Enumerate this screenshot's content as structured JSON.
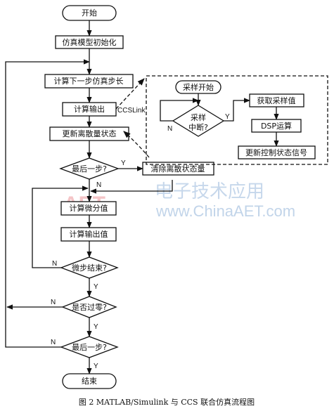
{
  "flow": {
    "start": "开始",
    "init": "仿真模型初始化",
    "next_step": "计算下一步仿真步长",
    "calc_output": "计算输出",
    "update_discrete": "更新离散量状态",
    "last_step_q1": "最后一步?",
    "clear_discrete": "清除离散状态量",
    "calc_diff": "计算微分值",
    "calc_output_val": "计算输出值",
    "microstep_end_q": "微步结束?",
    "zero_cross_q": "是否过零?",
    "last_step_q2": "最后一步?",
    "end": "结束"
  },
  "dsp": {
    "link_label": "CCSLink",
    "sample_start": "采样开始",
    "sample_interrupt_line1": "采样",
    "sample_interrupt_line2": "中断?",
    "get_sample": "获取采样值",
    "dsp_compute": "DSP运算",
    "update_control": "更新控制状态信号"
  },
  "labels": {
    "yes": "Y",
    "no": "N"
  },
  "watermark": {
    "logo": "AET",
    "url": "www.ChinaAET.com",
    "brand": "电子技术应用"
  },
  "caption": "图 2  MATLAB/Simulink 与 CCS 联合仿真流程图"
}
